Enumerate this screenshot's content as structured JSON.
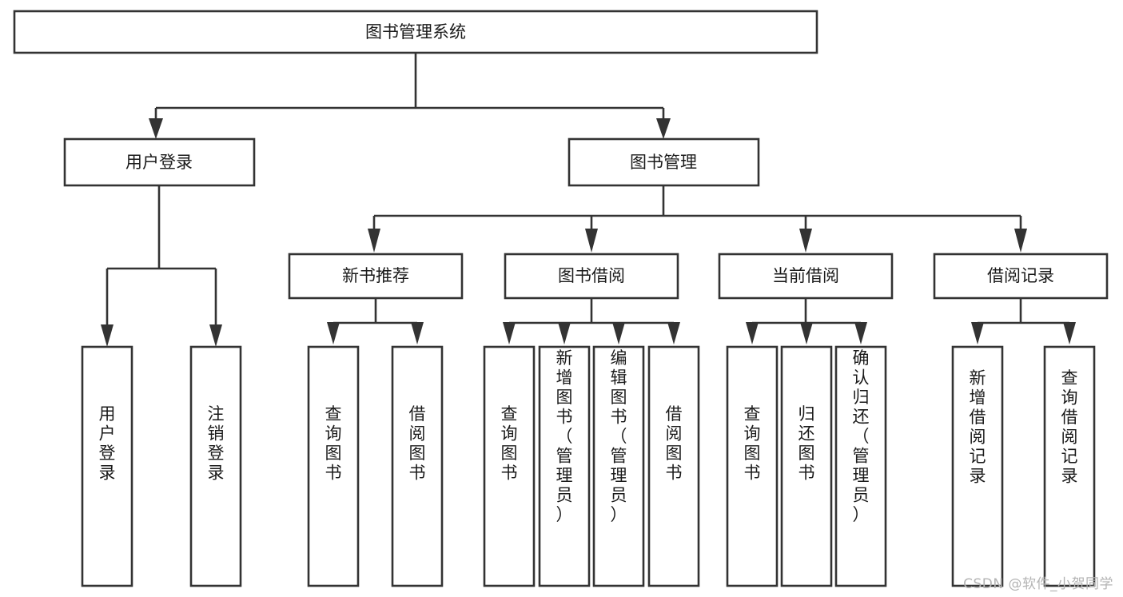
{
  "diagram": {
    "type": "tree-hierarchy-chart",
    "title": "图书管理系统",
    "watermark": "CSDN @软件_小贺同学",
    "colors": {
      "background": "#ffffff",
      "stroke": "#333333",
      "text": "#1a1a1a",
      "watermark": "#b4b4b4"
    },
    "levels": {
      "root": {
        "label": "图书管理系统"
      },
      "level1": [
        {
          "label": "用户登录"
        },
        {
          "label": "图书管理"
        }
      ],
      "level2": [
        {
          "label": "新书推荐"
        },
        {
          "label": "图书借阅"
        },
        {
          "label": "当前借阅"
        },
        {
          "label": "借阅记录"
        }
      ],
      "leaves_user_login": [
        {
          "label": "用户登录"
        },
        {
          "label": "注销登录"
        }
      ],
      "leaves_new_book": [
        {
          "label": "查询图书"
        },
        {
          "label": "借阅图书"
        }
      ],
      "leaves_borrow": [
        {
          "label": "查询图书"
        },
        {
          "label": "新增图书（管理员）"
        },
        {
          "label": "编辑图书（管理员）"
        },
        {
          "label": "借阅图书"
        }
      ],
      "leaves_current": [
        {
          "label": "查询图书"
        },
        {
          "label": "归还图书"
        },
        {
          "label": "确认归还（管理员）"
        }
      ],
      "leaves_record": [
        {
          "label": "新增借阅记录"
        },
        {
          "label": "查询借阅记录"
        }
      ]
    }
  }
}
